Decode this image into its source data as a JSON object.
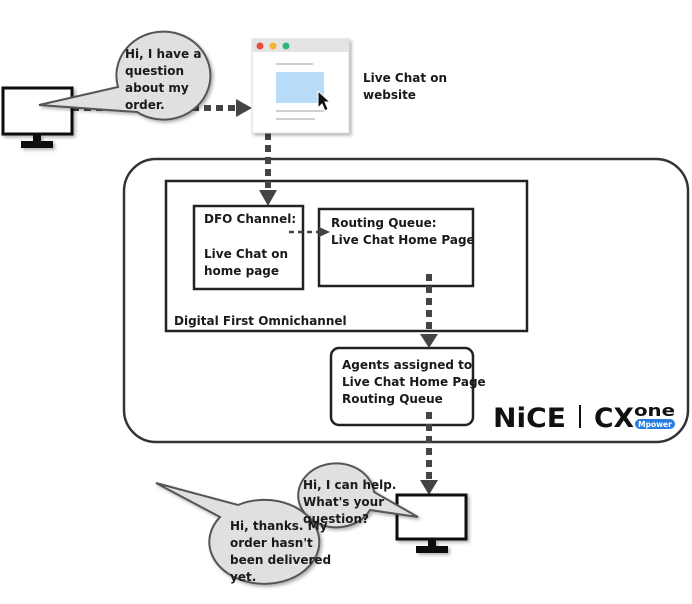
{
  "customer_bubble": {
    "lines": [
      "Hi, I have a",
      "question",
      "about my",
      "order."
    ]
  },
  "website_label": {
    "lines": [
      "Live Chat on",
      "website"
    ]
  },
  "dfo_channel": {
    "lines": [
      "DFO Channel:",
      "",
      "Live Chat on",
      "home page"
    ]
  },
  "routing_queue": {
    "lines": [
      "Routing Queue:",
      "Live Chat Home Page"
    ]
  },
  "omnichannel_label": "Digital First Omnichannel",
  "agents_box": {
    "lines": [
      "Agents assigned to",
      "Live Chat Home Page",
      "Routing Queue"
    ]
  },
  "agent_bubble": {
    "lines": [
      "Hi, I can help.",
      "What's your",
      "question?"
    ]
  },
  "reply_bubble": {
    "lines": [
      "Hi, thanks. My",
      "order hasn't",
      "been delivered",
      "yet."
    ]
  },
  "logo": {
    "left": "NiCE",
    "cx": "CX",
    "one": "one",
    "badge": "Mpower"
  },
  "colors": {
    "dot_red": "#e84b3c",
    "dot_yellow": "#f2b632",
    "dot_green": "#2fb67a",
    "chat_window": "#b8dcf8",
    "bubble_fill": "#e0e0e0",
    "line": "#444444",
    "logo_badge": "#2a7de1"
  },
  "icons": [
    "desktop-monitor-icon",
    "browser-window-icon",
    "mouse-cursor-icon",
    "speech-bubble-icon"
  ]
}
